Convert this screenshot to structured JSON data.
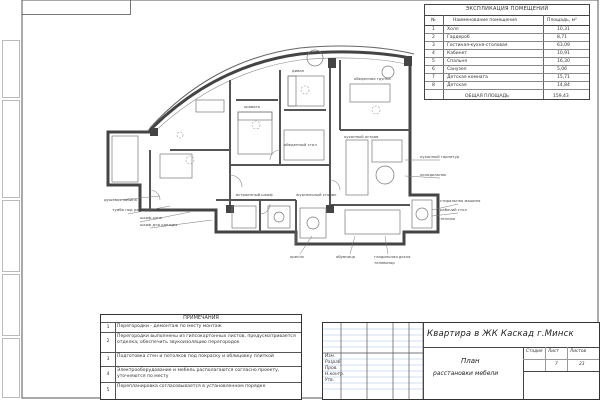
{
  "legend": {
    "title": "ЭКСПЛИКАЦИЯ ПОМЕЩЕНИЙ",
    "headers": [
      "№",
      "Наименование помещения",
      "Площадь, м²"
    ],
    "rows": [
      {
        "num": "1",
        "name": "Холл",
        "area": "10,31"
      },
      {
        "num": "2",
        "name": "Гардероб",
        "area": "8,71"
      },
      {
        "num": "3",
        "name": "Гостиная-кухня-столовая",
        "area": "63,09"
      },
      {
        "num": "4",
        "name": "Кабинет",
        "area": "10,91"
      },
      {
        "num": "5",
        "name": "Спальня",
        "area": "16,30"
      },
      {
        "num": "6",
        "name": "Санузел",
        "area": "5,06"
      },
      {
        "num": "7",
        "name": "Детская комната",
        "area": "15,71"
      },
      {
        "num": "8",
        "name": "Детская",
        "area": "14,84"
      }
    ],
    "total_label": "ОБЩАЯ ПЛОЩАДЬ",
    "total_value": "159,43"
  },
  "notes": {
    "title": "ПРИМЕЧАНИЯ",
    "rows": [
      {
        "num": "1",
        "text": "Перегородки - демонтаж по месту монтаж"
      },
      {
        "num": "2",
        "text": "Перегородки выполнены из гипсокартонных листов, предусматривается отделка; обеспечить звукоизоляцию перегородок"
      },
      {
        "num": "3",
        "text": "Подготовка стен и потолков под покраску и облицовку плиткой"
      },
      {
        "num": "4",
        "text": "Электрооборудование и мебель располагаются согласно проекту, уточняются по месту"
      },
      {
        "num": "5",
        "text": "Перепланировка согласовывается в установленном порядке"
      }
    ]
  },
  "title_block": {
    "project": "Квартира в ЖК Каскад г.Минск",
    "sheet_title": "План",
    "sheet_subtitle": "расстановки мебели",
    "sheet_no": "7",
    "sheets_label": "Листов",
    "sheets_total": "23",
    "stage_label": "Стадия",
    "sheet_label": "Лист",
    "roles": [
      "Изм.",
      "Разраб.",
      "Пров.",
      "Н.контр.",
      "Утв."
    ]
  },
  "plan_labels": [
    "душевая кабина",
    "тумба под раковину",
    "шкаф-купе",
    "шкаф для одежды",
    "кровать",
    "диван",
    "обеденная группа",
    "кухонный гарнитур",
    "холодильник",
    "стиральная машина",
    "рабочий стол",
    "стеллаж",
    "кресло",
    "обувница",
    "гладильная доска",
    "телевизор",
    "обеденный стол",
    "кухонный остров",
    "встроенный шкаф",
    "журнальный столик"
  ],
  "colors": {
    "wall": "#555555",
    "ink": "#222222",
    "grid": "#9fc3e8"
  }
}
